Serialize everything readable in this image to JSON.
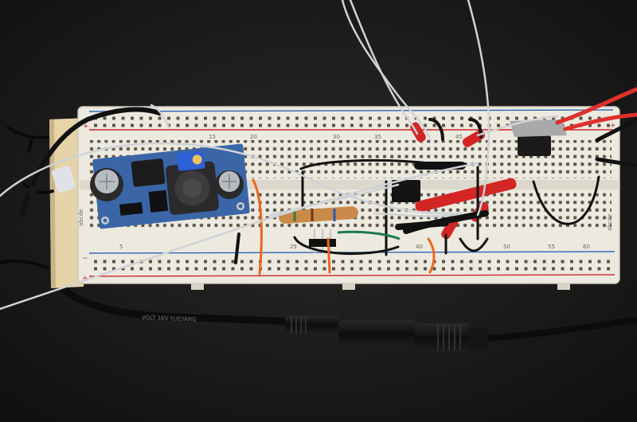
{
  "photo": {
    "subject": "breadboard-circuit",
    "colors": {
      "background": "#1b1a19",
      "base_wood": "#e6d3a7",
      "breadboard": "#ece9df",
      "hole": "#5a5448",
      "rail_red": "#c8282a",
      "rail_blue": "#2f64b8",
      "buck_pcb": "#3a66a8",
      "buck_trimmer": "#2d5fd6",
      "cap_body": "#2a2a2a",
      "cap_top": "#b8bcc0",
      "wire_black": "#111111",
      "wire_gray": "#cfd2d6",
      "wire_red": "#e0302a",
      "wire_orange": "#f0641e",
      "wire_green": "#1a7a4a",
      "heatshrink_red": "#d32624",
      "ic_body": "#141414"
    },
    "text": {
      "board_col_5": "5",
      "board_col_15": "15",
      "board_col_20": "20",
      "board_col_25": "25",
      "board_col_30": "30",
      "board_col_35": "35",
      "board_col_40": "40",
      "board_col_45": "45",
      "board_col_50": "50",
      "board_col_55": "55",
      "board_col_60": "60",
      "board_rows_left": "abcde",
      "board_rows_right": "abcde",
      "rail_plus": "+",
      "rail_minus": "−",
      "cable_print": "VOLT 16V·YUEYANG"
    }
  }
}
